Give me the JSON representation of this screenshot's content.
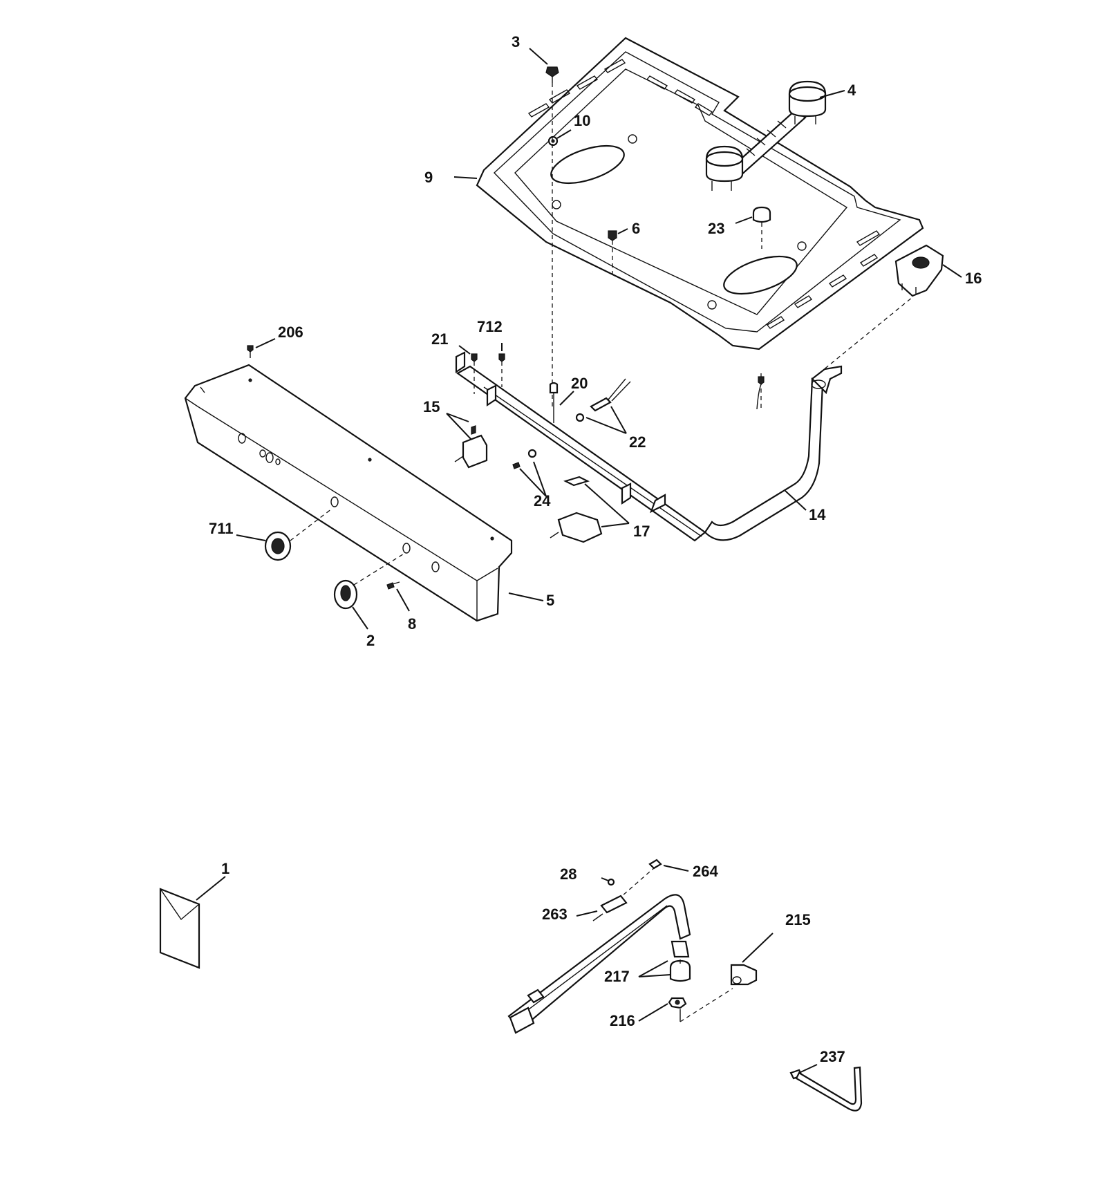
{
  "callouts": [
    "3",
    "4",
    "10",
    "9",
    "6",
    "23",
    "16",
    "206",
    "21",
    "712",
    "20",
    "15",
    "22",
    "24",
    "17",
    "14",
    "711",
    "5",
    "8",
    "2",
    "1",
    "264",
    "28",
    "263",
    "215",
    "217",
    "216",
    "237"
  ]
}
